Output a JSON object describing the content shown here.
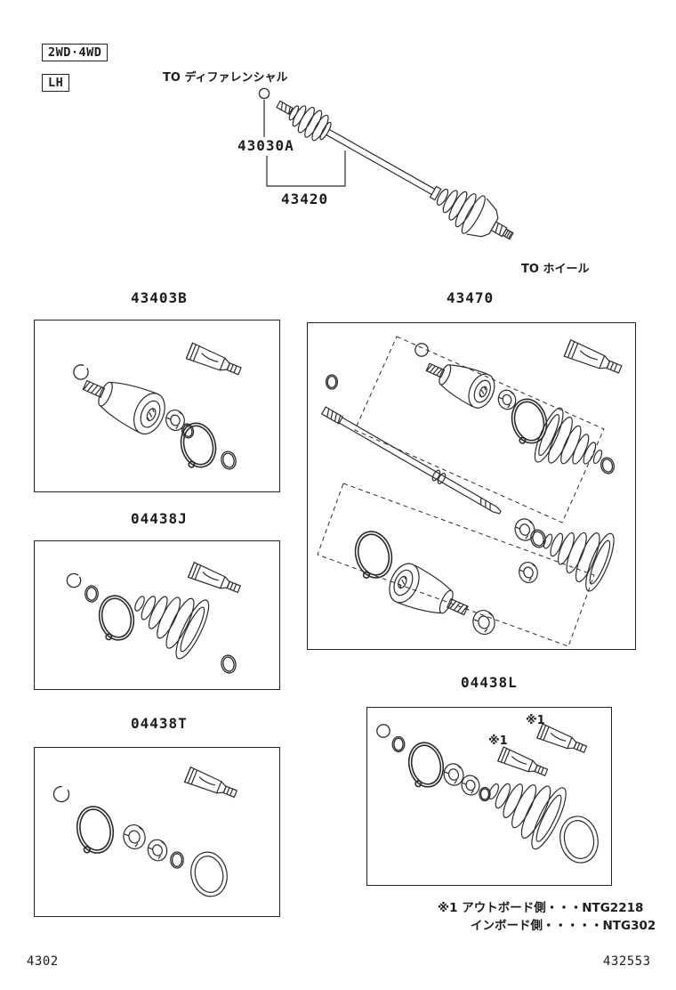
{
  "header": {
    "drive_type": "2WD·4WD",
    "side": "LH",
    "to_differential": "TO ディファレンシャル",
    "to_wheel": "TO ホイール"
  },
  "main_diagram": {
    "snap_ring_label": "43030A",
    "shaft_label": "43420"
  },
  "kits": [
    {
      "part_no": "43403B"
    },
    {
      "part_no": "43470"
    },
    {
      "part_no": "04438J"
    },
    {
      "part_no": "04438T"
    },
    {
      "part_no": "04438L"
    }
  ],
  "annotations": {
    "ref_marker": "※1",
    "note_line1": "※1 アウトボード側・・・NTG2218",
    "note_line2": "インボード側・・・・・NTG302"
  },
  "footer": {
    "left_code": "4302",
    "right_code": "432553"
  }
}
